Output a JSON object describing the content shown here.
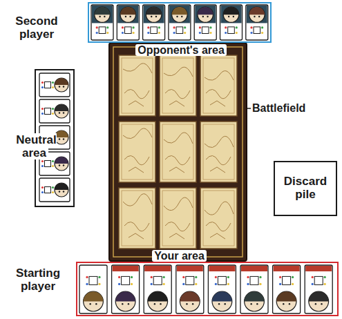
{
  "diagram": {
    "nodes": [
      {
        "text": [
          "Second player",
          "Opponent's area"
        ]
      },
      {
        "text": [
          "Neutral area"
        ]
      },
      {
        "text": [
          "Battlefield"
        ]
      },
      {
        "text": [
          "Discard pile"
        ]
      },
      {
        "text": [
          "Starting player",
          "Your area"
        ]
      }
    ]
  }
}
